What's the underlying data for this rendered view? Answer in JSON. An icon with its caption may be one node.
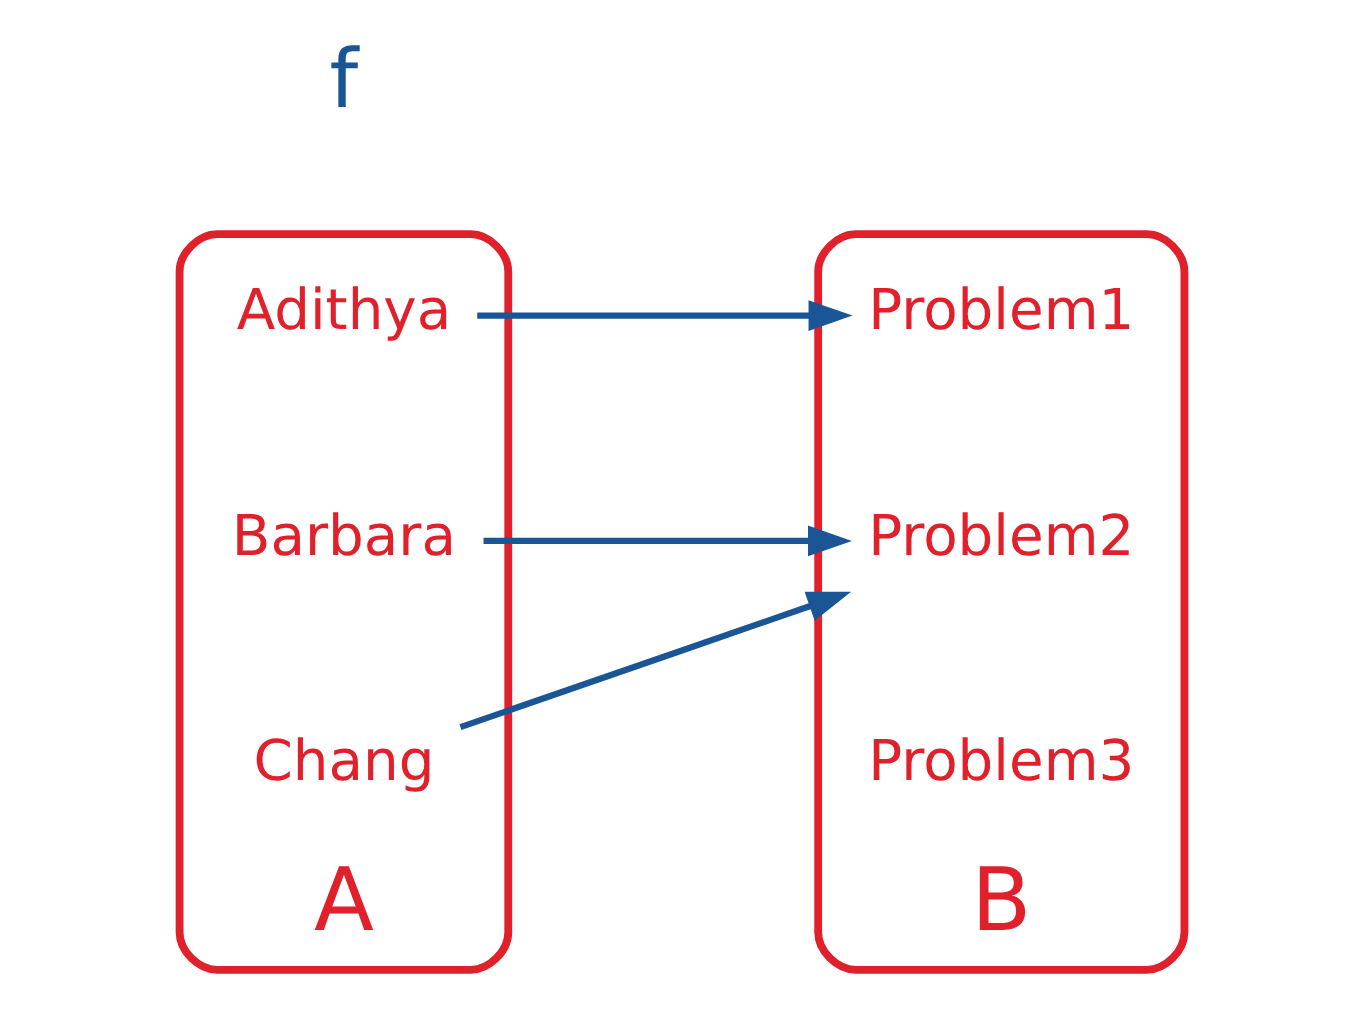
{
  "diagram": {
    "nodes": [
      {
        "text": [
          "A"
        ]
      },
      {
        "text": [
          "Adithya"
        ],
        "in": 0
      },
      {
        "text": [
          "Barbara"
        ],
        "in": 0
      },
      {
        "text": [
          "Chang"
        ],
        "in": 0
      },
      {
        "text": [
          "B"
        ]
      },
      {
        "text": [
          "Problem1"
        ],
        "in": 4
      },
      {
        "text": [
          "Problem2"
        ],
        "in": 4
      },
      {
        "text": [
          "Problem3"
        ],
        "in": 4
      }
    ],
    "edges": [
      {
        "from": 1,
        "to": 5,
        "arrow": "to"
      },
      {
        "from": 2,
        "to": 6,
        "arrow": "to"
      },
      {
        "from": 3,
        "to": 6,
        "arrow": "to"
      }
    ],
    "labels": [
      "f"
    ]
  }
}
